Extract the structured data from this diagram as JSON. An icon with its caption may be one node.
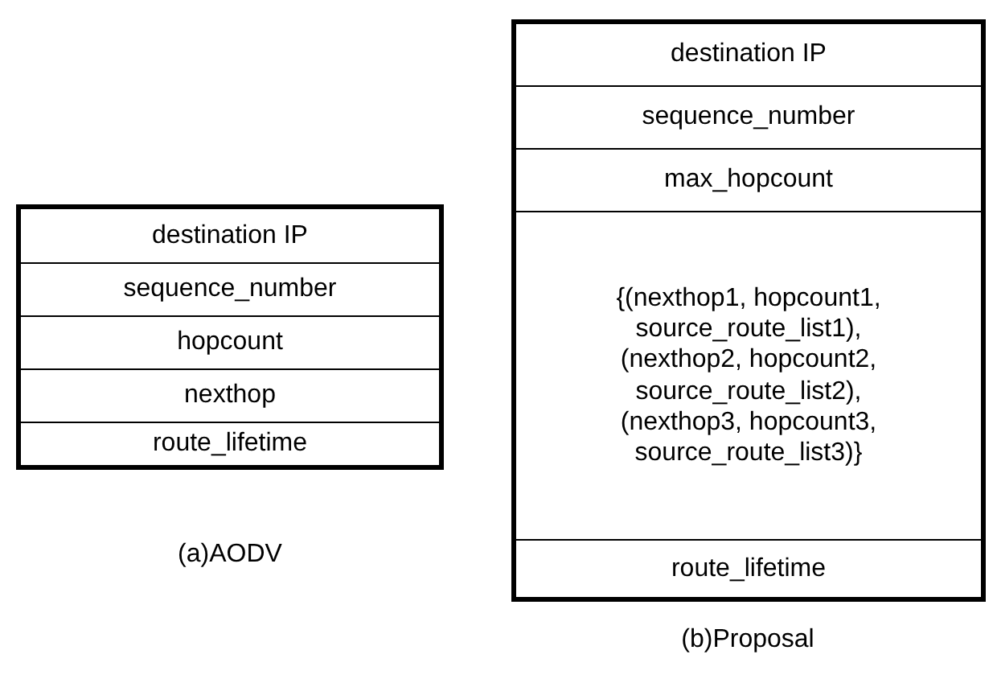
{
  "diagram": {
    "nodes": [
      {
        "text": [],
        "shape": "box",
        "beside": [
          "(a)AODV"
        ]
      },
      {
        "text": [
          "destination IP"
        ],
        "in": 0
      },
      {
        "text": [
          "sequence_number"
        ],
        "in": 0
      },
      {
        "text": [
          "hopcount"
        ],
        "in": 0
      },
      {
        "text": [
          "nexthop"
        ],
        "in": 0
      },
      {
        "text": [
          "route_lifetime"
        ],
        "in": 0
      },
      {
        "text": [],
        "shape": "box",
        "beside": [
          "(b)Proposal"
        ]
      },
      {
        "text": [
          "destination IP"
        ],
        "in": 6
      },
      {
        "text": [
          "sequence_number"
        ],
        "in": 6
      },
      {
        "text": [
          "max_hopcount"
        ],
        "in": 6
      },
      {
        "text": [
          "{(nexthop1, hopcount1, source_route_list1), (nexthop2, hopcount2, source_route_list2), (nexthop3, hopcount3, source_route_list3)}"
        ],
        "in": 6
      },
      {
        "text": [
          "route_lifetime"
        ],
        "in": 6
      }
    ]
  }
}
